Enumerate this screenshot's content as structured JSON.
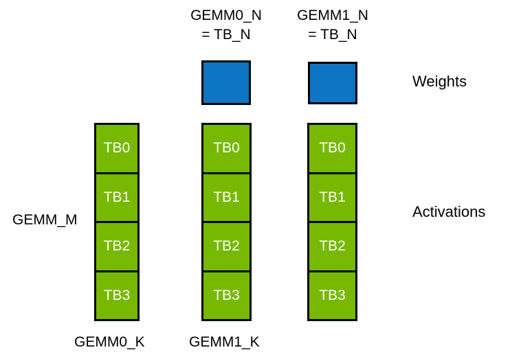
{
  "colors": {
    "background": "#ffffff",
    "weights_fill": "#0E75C4",
    "activations_fill": "#76B900",
    "border": "#000000",
    "label_text": "#000000",
    "cell_text": "#ffffff"
  },
  "top_labels": {
    "gemm0": {
      "line1": "GEMM0_N",
      "line2": "= TB_N"
    },
    "gemm1": {
      "line1": "GEMM1_N",
      "line2": "= TB_N"
    }
  },
  "side_labels": {
    "weights": "Weights",
    "activations": "Activations"
  },
  "left_label": {
    "gemm_m": "GEMM_M"
  },
  "bottom_labels": {
    "gemm0_k": "GEMM0_K",
    "gemm1_k": "GEMM1_K"
  },
  "weights_blocks": [
    {
      "name": "weights-block-gemm0"
    },
    {
      "name": "weights-block-gemm1"
    }
  ],
  "columns": [
    {
      "name": "activations-column-left",
      "cells": [
        "TB0",
        "TB1",
        "TB2",
        "TB3"
      ]
    },
    {
      "name": "activations-column-gemm0",
      "cells": [
        "TB0",
        "TB1",
        "TB2",
        "TB3"
      ]
    },
    {
      "name": "activations-column-gemm1",
      "cells": [
        "TB0",
        "TB1",
        "TB2",
        "TB3"
      ]
    }
  ]
}
